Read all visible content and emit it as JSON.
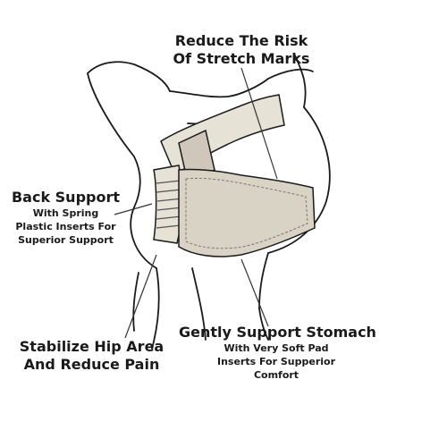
{
  "callouts": {
    "stretch": {
      "title_1": "Reduce The Risk",
      "title_2": "Of Stretch Marks"
    },
    "back": {
      "title": "Back Support",
      "desc_1": "With Spring",
      "desc_2": "Plastic Inserts For",
      "desc_3": "Superior Support"
    },
    "hip": {
      "title_1": "Stabilize Hip Area",
      "title_2": "And Reduce Pain"
    },
    "stomach": {
      "title": "Gently Support Stomach",
      "desc_1": "With Very Soft Pad",
      "desc_2": "Inserts For Supperior",
      "desc_3": "Comfort"
    }
  },
  "colors": {
    "ink": "#1a1a1a",
    "belt_fill": "#e7e2d6",
    "panel_fill": "#d9d3c6",
    "velcro": "#cfc8ba",
    "leader": "#333333"
  }
}
